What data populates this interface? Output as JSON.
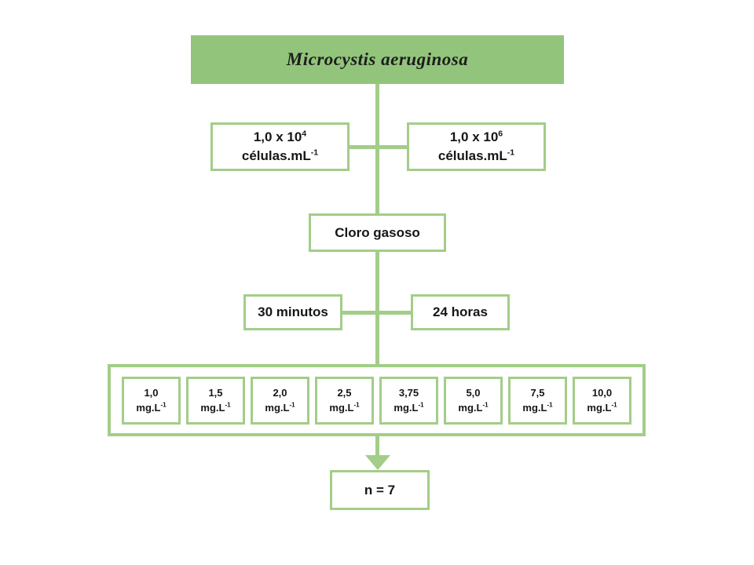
{
  "colors": {
    "title_fill": "#92c57b",
    "connector_line": "#a3cd88",
    "box_border": "#a3cd88",
    "text": "#161616",
    "background": "#ffffff"
  },
  "diagram": {
    "title": "Microcystis aeruginosa",
    "densities": [
      {
        "base": "1,0 x 10",
        "exp": "4",
        "unit": "células.mL",
        "unit_exp": "-1"
      },
      {
        "base": "1,0 x 10",
        "exp": "6",
        "unit": "células.mL",
        "unit_exp": "-1"
      }
    ],
    "treatment": "Cloro gasoso",
    "times": [
      "30 minutos",
      "24 horas"
    ],
    "concentrations": [
      {
        "value": "1,0",
        "unit": "mg.L",
        "exp": "-1"
      },
      {
        "value": "1,5",
        "unit": "mg.L",
        "exp": "-1"
      },
      {
        "value": "2,0",
        "unit": "mg.L",
        "exp": "-1"
      },
      {
        "value": "2,5",
        "unit": "mg.L",
        "exp": "-1"
      },
      {
        "value": "3,75",
        "unit": "mg.L",
        "exp": "-1"
      },
      {
        "value": "5,0",
        "unit": "mg.L",
        "exp": "-1"
      },
      {
        "value": "7,5",
        "unit": "mg.L",
        "exp": "-1"
      },
      {
        "value": "10,0",
        "unit": "mg.L",
        "exp": "-1"
      }
    ],
    "sample_size": "n = 7"
  }
}
